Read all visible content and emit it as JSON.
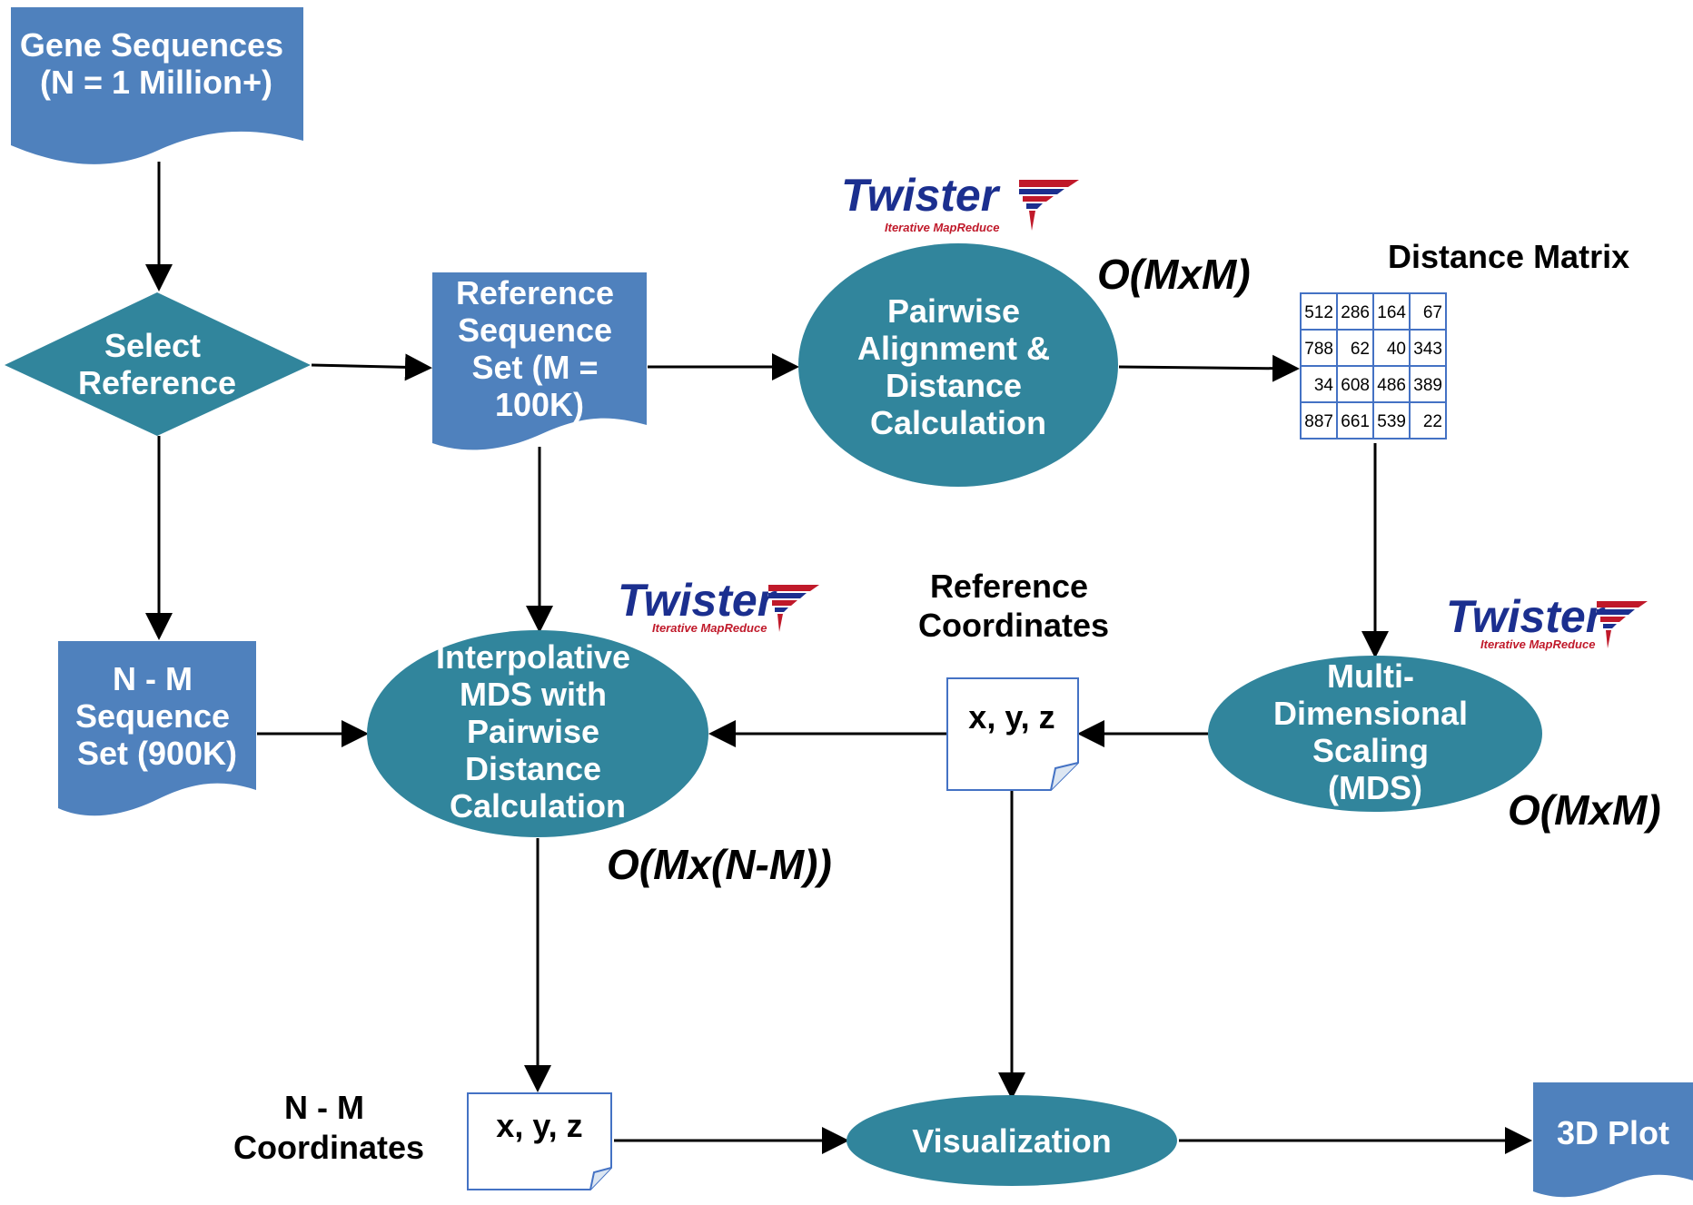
{
  "colors": {
    "doc_blue": "#4f81bd",
    "teal": "#31859c",
    "arrow": "#000000",
    "grid_border": "#4472c4",
    "twister_blue": "#1b2f8f",
    "twister_red": "#c0192a"
  },
  "nodes": {
    "gene_sequences": {
      "lines": [
        "Gene Sequences",
        "(N = 1 Million+)"
      ]
    },
    "select_reference": {
      "lines": [
        "Select",
        "Reference"
      ]
    },
    "reference_set": {
      "lines": [
        "Reference",
        "Sequence",
        "Set (M =",
        "100K)"
      ]
    },
    "pairwise": {
      "lines": [
        "Pairwise",
        "Alignment &",
        "Distance",
        "Calculation"
      ]
    },
    "nm_set": {
      "lines": [
        "N - M",
        "Sequence",
        "Set (900K)"
      ]
    },
    "interpolative": {
      "lines": [
        "Interpolative",
        "MDS with",
        "Pairwise",
        "Distance",
        "Calculation"
      ]
    },
    "mds": {
      "lines": [
        "Multi-",
        "Dimensional",
        "Scaling",
        "(MDS)"
      ]
    },
    "ref_xyz": {
      "text": "x, y, z"
    },
    "nm_xyz": {
      "text": "x, y, z"
    },
    "visualization": {
      "text": "Visualization"
    },
    "plot3d": {
      "text": "3D Plot"
    }
  },
  "labels": {
    "distance_matrix": "Distance Matrix",
    "reference_coordinates": [
      "Reference",
      "Coordinates"
    ],
    "nm_coordinates": [
      "N - M",
      "Coordinates"
    ]
  },
  "complexities": {
    "pairwise": "O(MxM)",
    "mds": "O(MxM)",
    "interpolative": "O(Mx(N-M))"
  },
  "distance_matrix": [
    [
      "512",
      "286",
      "164",
      "67"
    ],
    [
      "788",
      "62",
      "40",
      "343"
    ],
    [
      "34",
      "608",
      "486",
      "389"
    ],
    [
      "887",
      "661",
      "539",
      "22"
    ]
  ],
  "twister": {
    "word": "Twister",
    "subtitle": "Iterative MapReduce"
  }
}
